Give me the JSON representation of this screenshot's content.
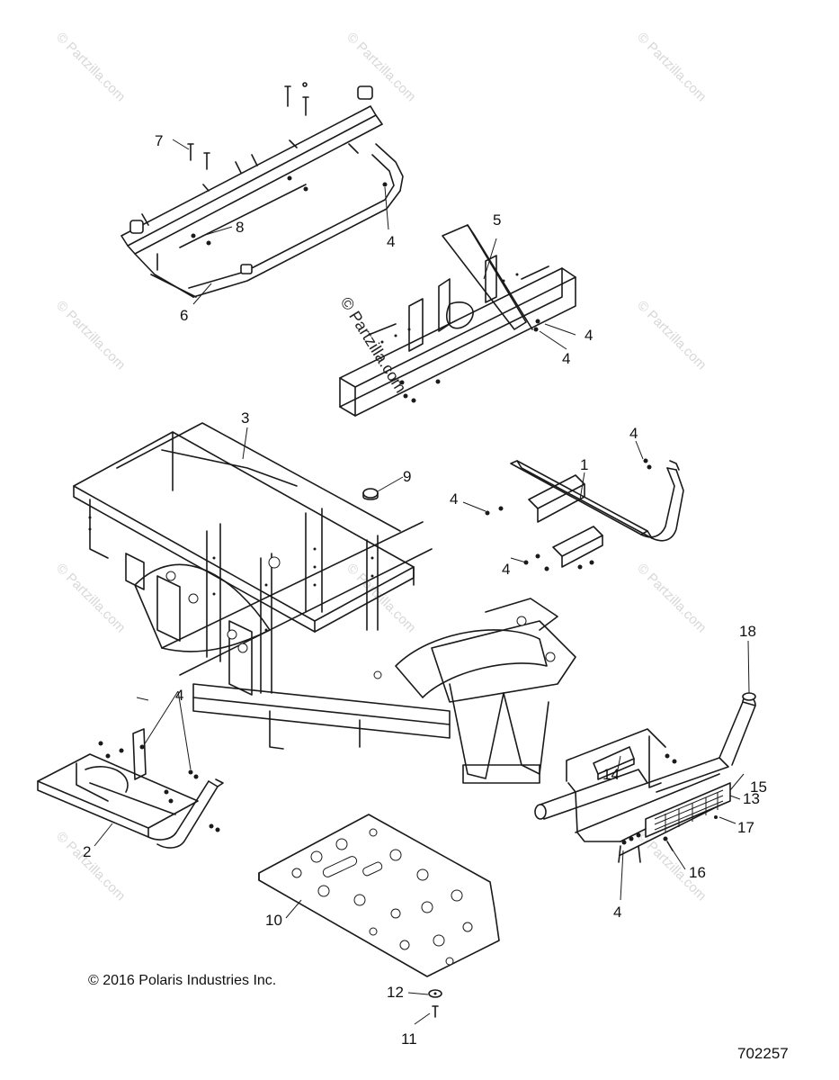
{
  "watermark": {
    "text": "© Partzilla.com",
    "center_text": "© Partzilla.com"
  },
  "copyright": "© 2016 Polaris Industries Inc.",
  "drawing_number": "702257",
  "callouts": {
    "c1": "1",
    "c2": "2",
    "c3": "3",
    "c4a": "4",
    "c4b": "4",
    "c4c": "4",
    "c4d": "4",
    "c4e": "4",
    "c4f": "4",
    "c4g": "4",
    "c4h": "4",
    "c5": "5",
    "c6": "6",
    "c7": "7",
    "c8": "8",
    "c9": "9",
    "c10": "10",
    "c11": "11",
    "c12": "12",
    "c13": "13",
    "c14": "14",
    "c15": "15",
    "c16": "16",
    "c17": "17",
    "c18": "18"
  }
}
